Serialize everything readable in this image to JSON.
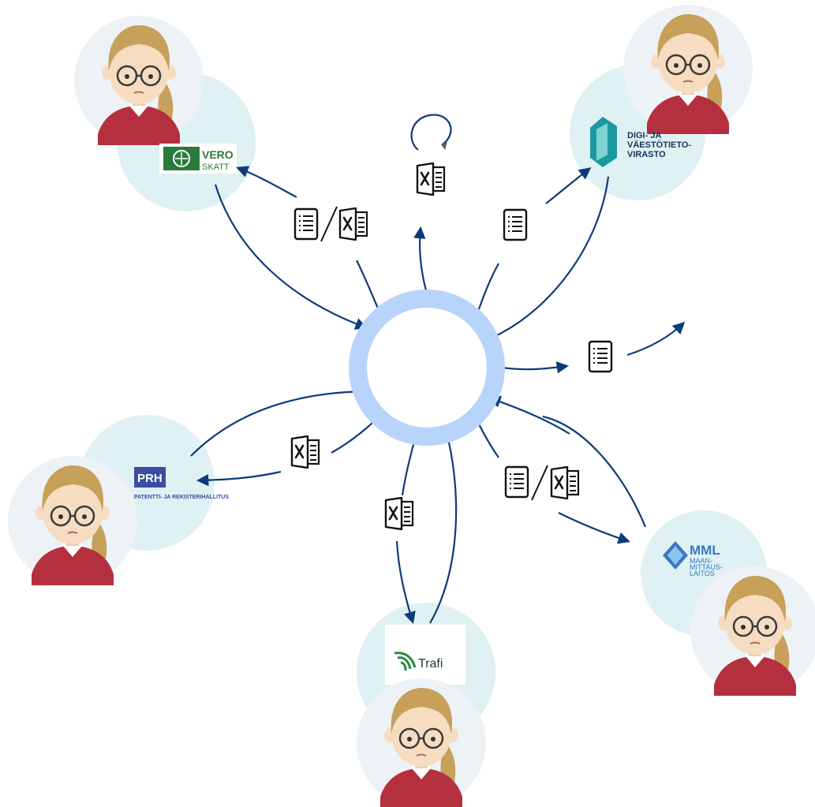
{
  "diagram": {
    "colors": {
      "arrow": "#0d3b7a",
      "teal_disc": "#dff1f2",
      "avatar_bg": "#edf2f7",
      "center_ring": "#b9d4fb",
      "skin": "#f6dcc0",
      "hair_woman": "#c7a05a",
      "shirt_woman": "#b5303f",
      "hair_man": "#6a3f22",
      "hoodie_man": "#1b1e24"
    },
    "icons": {
      "document": "document-icon",
      "excel": "excel-icon",
      "cycle": "cycle-arrow-icon",
      "separator": "slash-separator"
    },
    "agencies": {
      "vero": {
        "line1": "VERO",
        "line2": "SKATT",
        "color": "#2b7a3c"
      },
      "dvv": {
        "line1": "DIGI- JA",
        "line2": "VÄESTÖTIETO-",
        "line3": "VIRASTO",
        "color": "#1a9aa0"
      },
      "prh": {
        "name": "PRH",
        "sub": "PATENTTI- JA REKISTERIHALLITUS",
        "color": "#3b4da0"
      },
      "trafi": {
        "name": "Trafi",
        "color": "#2b8a3e"
      },
      "mml": {
        "name": "MML",
        "line1": "MAAN-",
        "line2": "MITTAUS-",
        "line3": "LAITOS",
        "color": "#3a78c2"
      }
    }
  }
}
